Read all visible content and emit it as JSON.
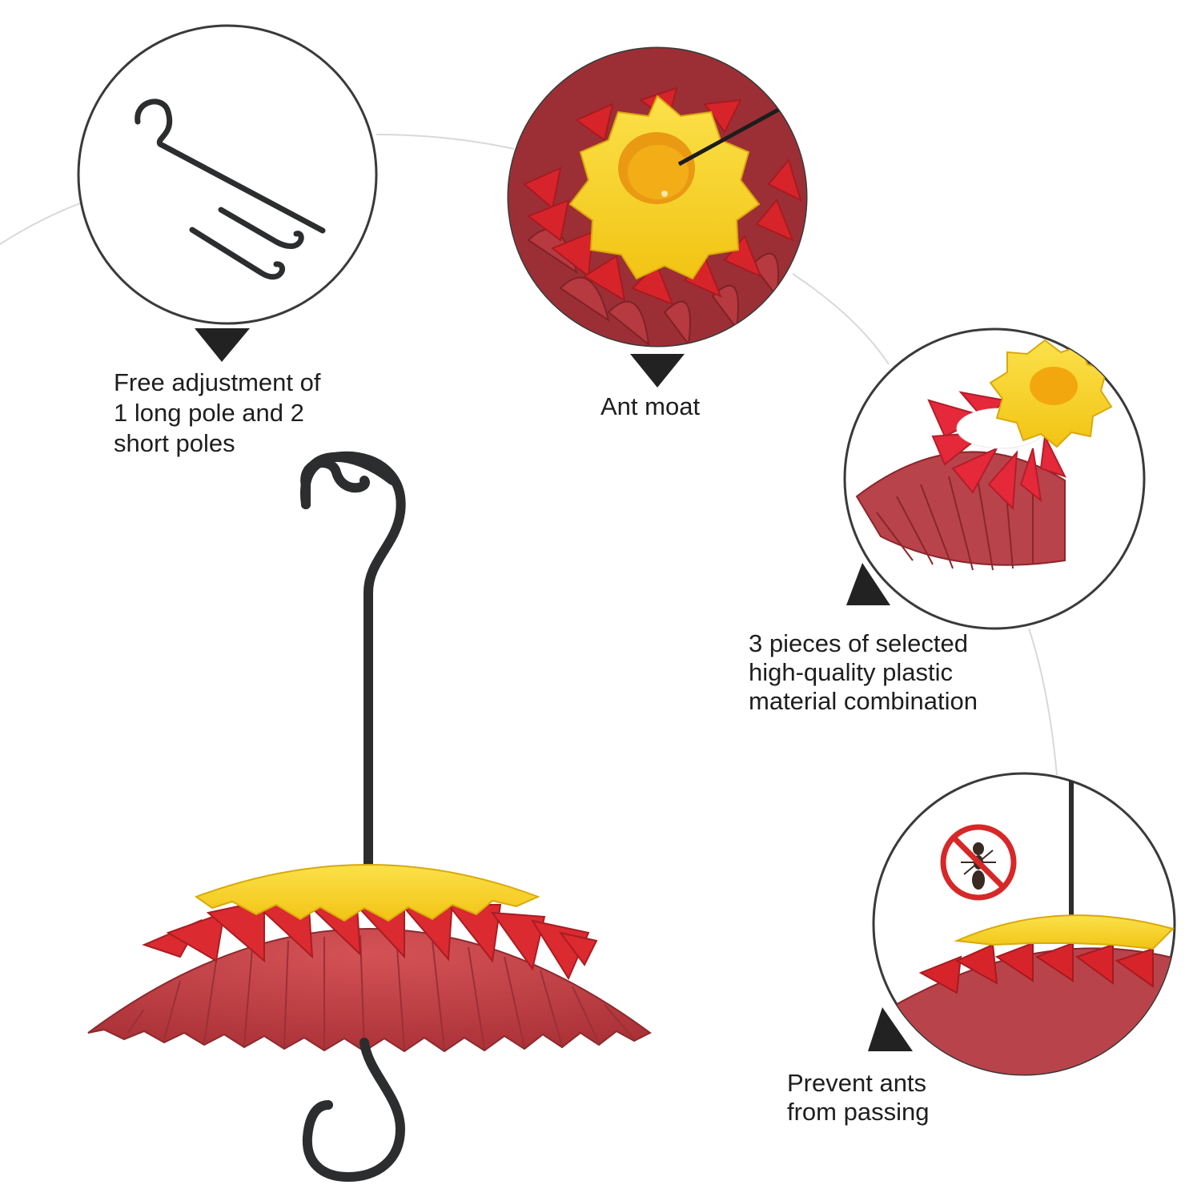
{
  "captions": {
    "hooks": [
      "Free adjustment of",
      "1 long pole and 2",
      "short poles"
    ],
    "ant_moat": [
      "Ant moat"
    ],
    "pieces": [
      "3 pieces of selected",
      "high-quality plastic",
      "material combination"
    ],
    "prevent": [
      "Prevent ants",
      "from passing"
    ]
  },
  "icons": {
    "pointer": "triangle-pointer-icon",
    "no_ants": "no-ants-icon"
  },
  "colors": {
    "text": "#1e1e1e",
    "pointer": "#222222",
    "hook": "#2b2d2e",
    "petal_yellow": "#f6d21c",
    "petal_red": "#d52a2c",
    "cover_red": "#b93a3e",
    "no_ants_red": "#d62828"
  }
}
